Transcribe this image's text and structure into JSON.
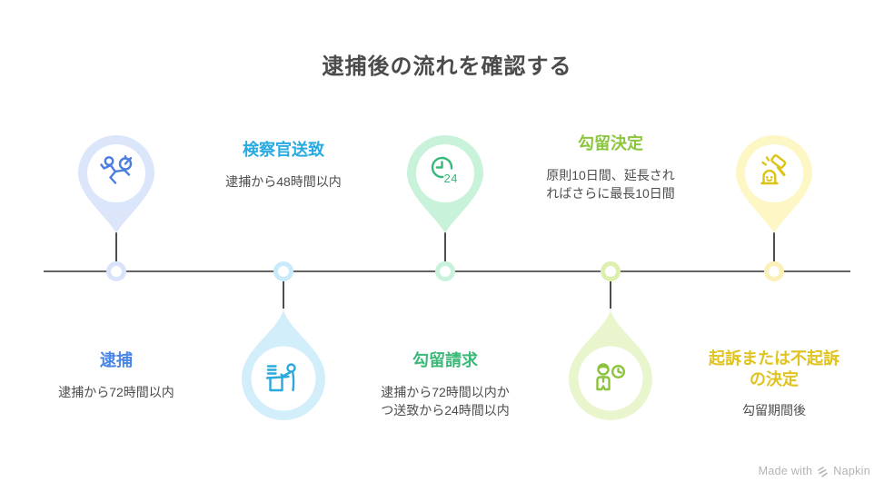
{
  "page": {
    "title": "逮捕後の流れを確認する",
    "background_color": "#ffffff"
  },
  "timeline": {
    "line_color": "#646464",
    "connector_color": "#4e4e4e"
  },
  "steps": [
    {
      "label": "逮捕",
      "description": "逮捕から72時間以内",
      "marker": "pin-above",
      "icon": "running-person-stopwatch-icon",
      "accent_color": "#4a86e8",
      "icon_color": "#4c7de0",
      "marker_fill": "#dbe6fb",
      "node_ring_color": "#d9e3fa"
    },
    {
      "label": "検察官送致",
      "description": "逮捕から48時間以内",
      "marker": "drop-below",
      "icon": "prosecutor-desk-icon",
      "accent_color": "#29abe2",
      "icon_color": "#29a9de",
      "marker_fill": "#d3eefb",
      "node_ring_color": "#c8eafb"
    },
    {
      "label": "勾留請求",
      "description": "逮捕から72時間以内か\nつ送致から24時間以内",
      "marker": "pin-above",
      "icon": "clock-24-icon",
      "accent_color": "#3cb878",
      "icon_color": "#36b97d",
      "marker_fill": "#c8f2da",
      "node_ring_color": "#c9f2dc"
    },
    {
      "label": "勾留決定",
      "description": "原則10日間、延長され\nればさらに最長10日間",
      "marker": "drop-below",
      "icon": "person-clock-icon",
      "accent_color": "#8cc63f",
      "icon_color": "#8bc43c",
      "marker_fill": "#e9f6cd",
      "node_ring_color": "#def0b0"
    },
    {
      "label": "起訴または不起訴\nの決定",
      "description": "勾留期間後",
      "marker": "pin-above",
      "icon": "gavel-smiley-icon",
      "accent_color": "#e0c320",
      "icon_color": "#dcc414",
      "marker_fill": "#fdf7c6",
      "node_ring_color": "#fbf0b8"
    }
  ],
  "watermark": {
    "text": "Made with",
    "brand": "Napkin"
  }
}
